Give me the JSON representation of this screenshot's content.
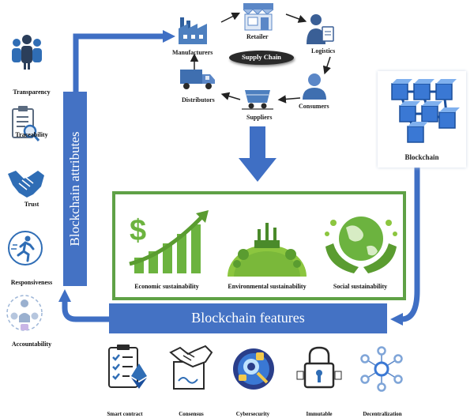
{
  "attributes_bar": {
    "label": "Blockchain attributes"
  },
  "features_bar": {
    "label": "Blockchain features"
  },
  "attributes": [
    {
      "label": "Transparency",
      "icon": "people-group-icon"
    },
    {
      "label": "Traceability",
      "icon": "clipboard-magnifier-icon"
    },
    {
      "label": "Trust",
      "icon": "handshake-icon"
    },
    {
      "label": "Responsiveness",
      "icon": "running-person-icon"
    },
    {
      "label": "Accountability",
      "icon": "people-circle-icon"
    }
  ],
  "supply_chain": {
    "center": "Supply Chain",
    "nodes": {
      "manufacturers": "Manufacturers",
      "retailer": "Retailer",
      "logistics": "Logistics",
      "consumers": "Consumers",
      "suppliers": "Suppliers",
      "distributors": "Distributors"
    }
  },
  "blockchain": {
    "label": "Blockchain"
  },
  "sustainability": [
    {
      "label": "Economic sustainability",
      "icon": "dollar-growth-icon"
    },
    {
      "label": "Environmental sustainability",
      "icon": "green-earth-icon"
    },
    {
      "label": "Social sustainability",
      "icon": "globe-hands-icon"
    }
  ],
  "features": [
    {
      "label": "Smart contract",
      "icon": "checklist-ethereum-icon"
    },
    {
      "label": "Consensus",
      "icon": "handshake-contract-icon"
    },
    {
      "label": "Cybersecurity",
      "icon": "security-shield-icon"
    },
    {
      "label": "Immutable",
      "icon": "lock-key-icon"
    },
    {
      "label": "Decentralization",
      "icon": "network-nodes-icon"
    }
  ],
  "colors": {
    "accent_blue": "#3f6fc4",
    "bar_blue": "#4472c4",
    "green_frame": "#5fa146",
    "green_icon": "#6cb33f",
    "cube_blue": "#3a78d4"
  }
}
